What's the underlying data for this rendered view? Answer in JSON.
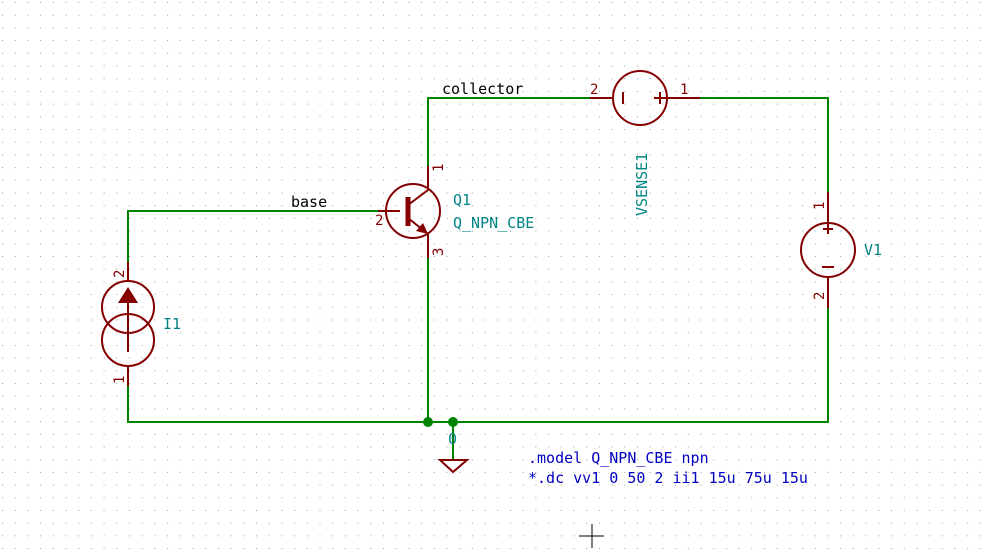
{
  "colors": {
    "wire": "#008400",
    "component": "#840000",
    "reference": "#008484",
    "note": "#0000c0",
    "grid": "#999999"
  },
  "nets": {
    "collector": "collector",
    "base": "base",
    "ground": "0"
  },
  "components": {
    "q1": {
      "ref": "Q1",
      "value": "Q_NPN_CBE",
      "pins": [
        "1",
        "2",
        "3"
      ]
    },
    "vsense1": {
      "ref": "VSENSE1",
      "pins": [
        "2",
        "1"
      ]
    },
    "v1": {
      "ref": "V1",
      "pins": [
        "1",
        "2"
      ]
    },
    "i1": {
      "ref": "I1",
      "pins": [
        "2",
        "1"
      ]
    }
  },
  "notes": [
    ".model Q_NPN_CBE npn",
    "*.dc vv1 0 50 2 ii1 15u 75u 15u"
  ]
}
